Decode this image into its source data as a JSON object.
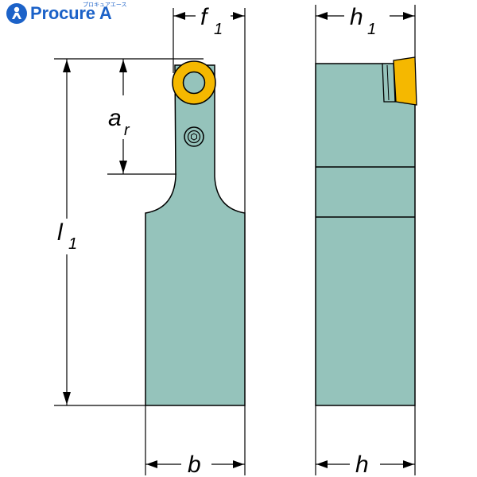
{
  "logo": {
    "text": "Procure A",
    "subtext": "プロキュアエース"
  },
  "labels": {
    "f1": {
      "main": "f",
      "sub": "1"
    },
    "h1": {
      "main": "h",
      "sub": "1"
    },
    "ar": {
      "main": "a",
      "sub": "r"
    },
    "l1": {
      "main": "l",
      "sub": "1"
    },
    "b": {
      "main": "b"
    },
    "h": {
      "main": "h"
    }
  },
  "colors": {
    "body": "#95c3bb",
    "insert": "#f5b800",
    "logo": "#1c62c8",
    "line": "#000000"
  }
}
